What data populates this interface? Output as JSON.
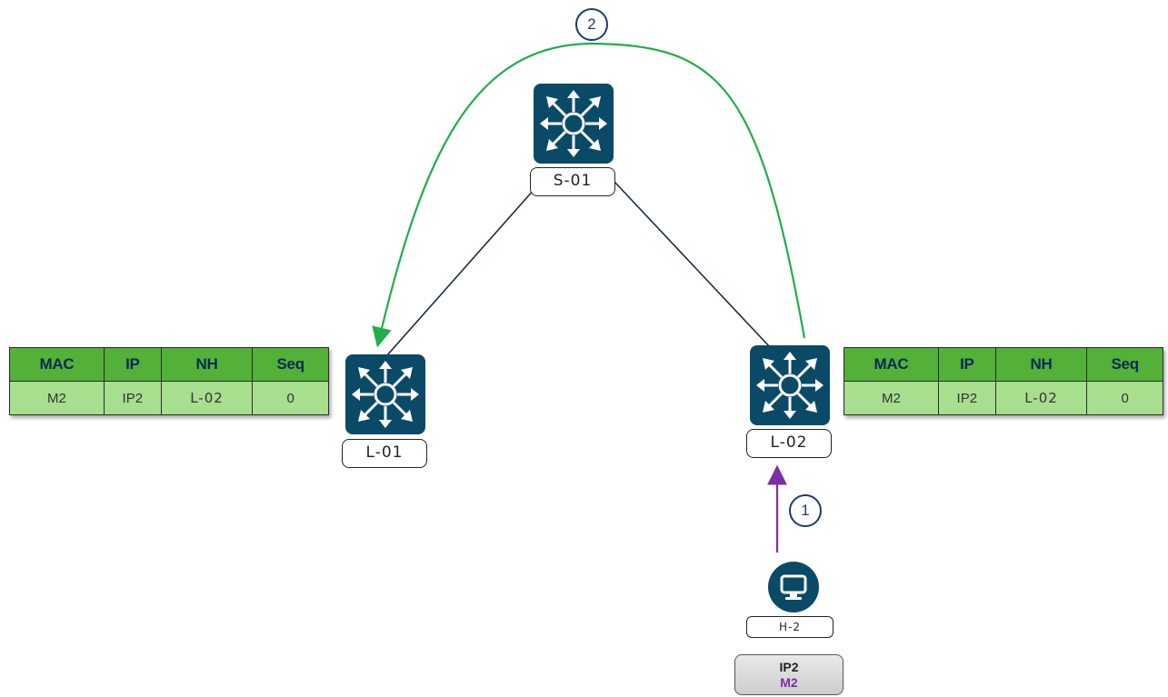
{
  "nodes": {
    "spine": {
      "label": "S-01"
    },
    "leaf1": {
      "label": "L-01"
    },
    "leaf2": {
      "label": "L-02"
    },
    "host": {
      "label": "H-2"
    }
  },
  "steps": {
    "step1": "1",
    "step2": "2"
  },
  "tables": {
    "columns": [
      "MAC",
      "IP",
      "NH",
      "Seq"
    ],
    "leaf1_rows": [
      [
        "M2",
        "IP2",
        "L-02",
        "0"
      ]
    ],
    "leaf2_rows": [
      [
        "M2",
        "IP2",
        "L-02",
        "0"
      ]
    ]
  },
  "host_address": {
    "ip": "IP2",
    "mac": "M2"
  },
  "colors": {
    "switch": "#0b4a66",
    "table_header": "#53b038",
    "table_cell": "#a7df8e",
    "arrow_step1": "#7b2fa6",
    "arrow_step2": "#1fae4a",
    "link": "#1a2a44"
  },
  "icons": {
    "switch": "switch-arrows-icon",
    "host": "monitor-icon"
  }
}
